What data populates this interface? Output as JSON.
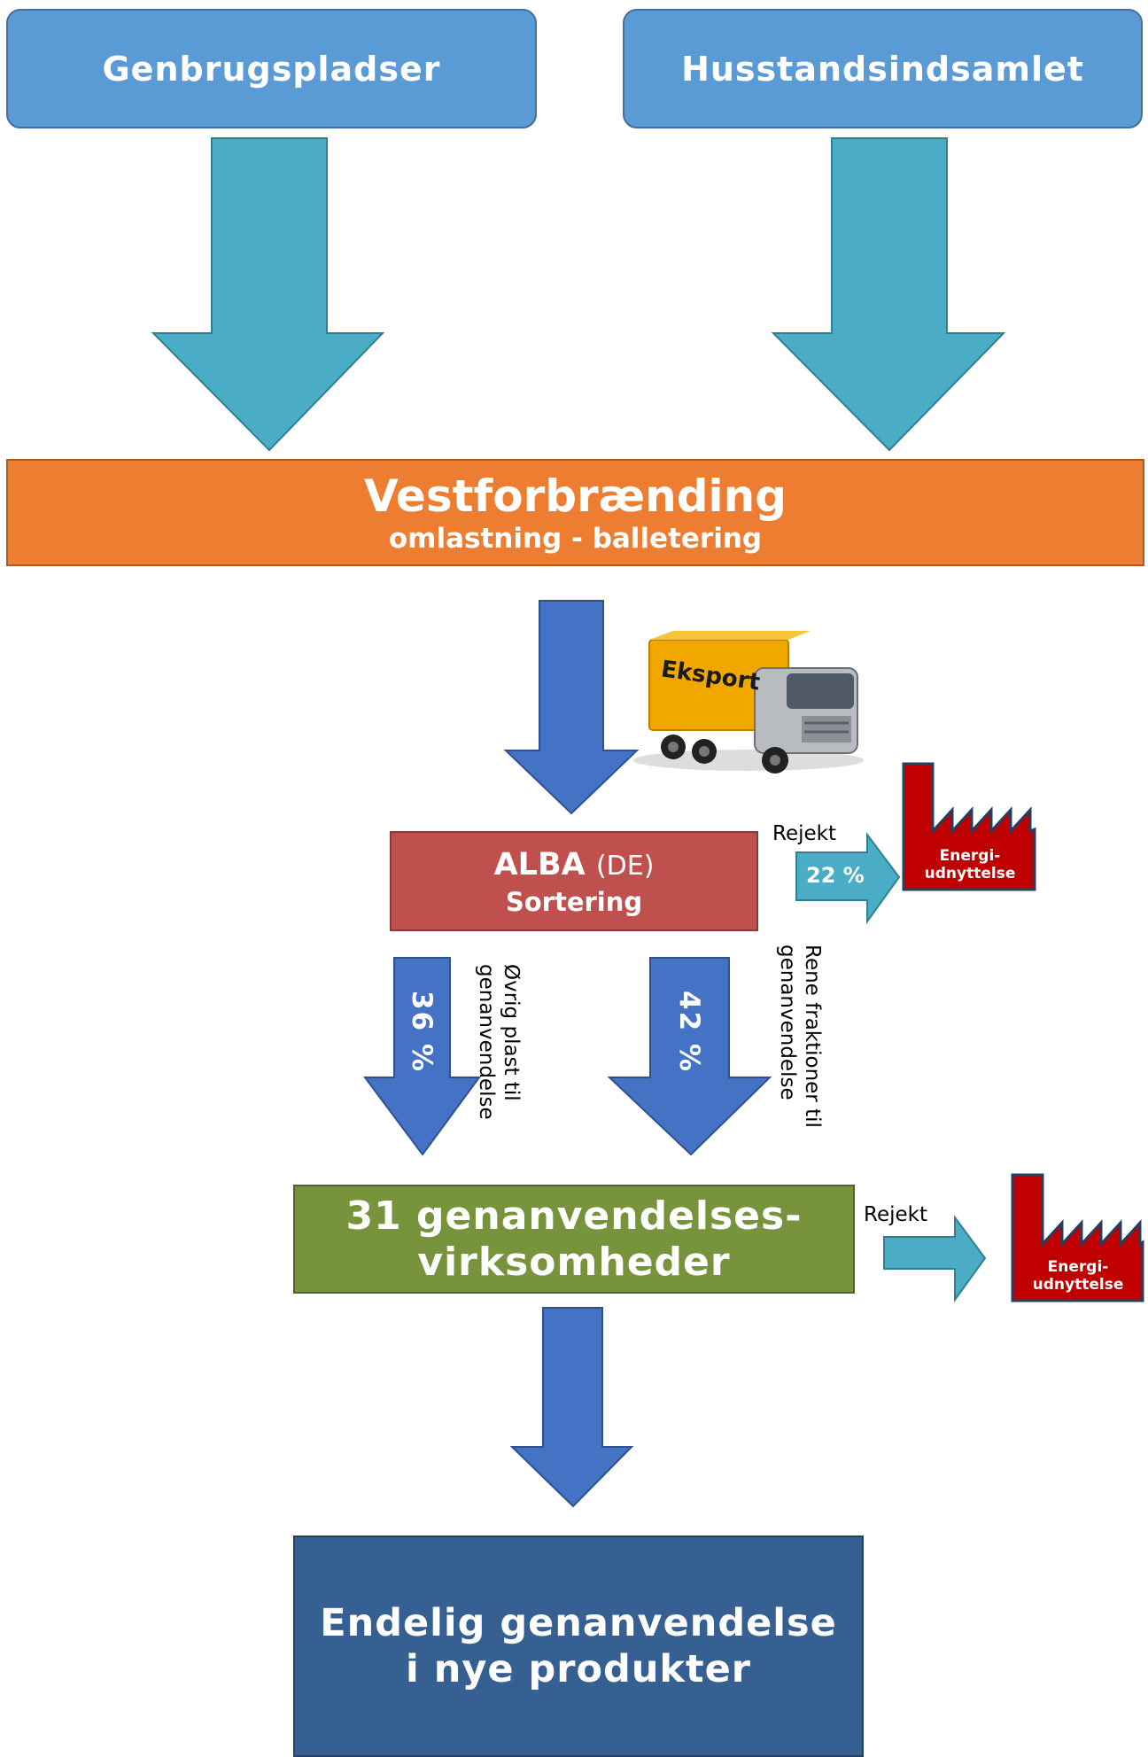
{
  "sources": {
    "genbrug": "Genbrugspladser",
    "husstand": "Husstandsindsamlet"
  },
  "vestforbraending": {
    "title": "Vestforbrænding",
    "subtitle": "omlastning - balletering"
  },
  "truck": {
    "label": "Eksport"
  },
  "alba": {
    "name": "ALBA",
    "country": "(DE)",
    "subtitle": "Sortering"
  },
  "reject_1": {
    "label": "Rejekt",
    "percent": "22 %"
  },
  "factory_1": {
    "line1": "Energi-",
    "line2": "udnyttelse"
  },
  "flow_left": {
    "percent": "36 %",
    "line1": "Øvrig plast til",
    "line2": "genanvendelse"
  },
  "flow_right": {
    "percent": "42 %",
    "line1": "Rene fraktioner til",
    "line2": "genanvendelse"
  },
  "genanvendelse": {
    "line1": "31 genanvendelses-",
    "line2": "virksomheder"
  },
  "reject_2": {
    "label": "Rejekt"
  },
  "factory_2": {
    "line1": "Energi-",
    "line2": "udnyttelse"
  },
  "final": {
    "line1": "Endelig genanvendelse",
    "line2": "i nye produkter"
  },
  "colors": {
    "source_box": "#5b9bd5",
    "teal_arrow": "#4bacc6",
    "vestforbraending": "#ed7d31",
    "blue_arrow": "#4472c4",
    "alba": "#c0504d",
    "genanvendelse": "#77933c",
    "final": "#376092",
    "factory": "#c00000"
  }
}
